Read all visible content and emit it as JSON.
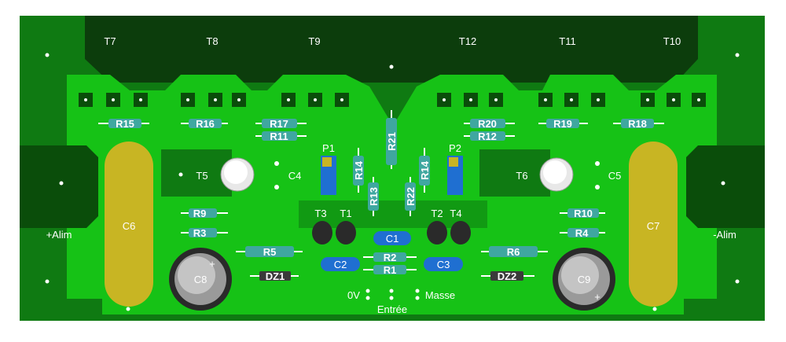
{
  "transistors_top": [
    "T7",
    "T8",
    "T9",
    "T12",
    "T11",
    "T10"
  ],
  "labels": {
    "p1": "P1",
    "p2": "P2",
    "t5": "T5",
    "t6": "T6",
    "c4": "C4",
    "c5": "C5",
    "t3": "T3",
    "t1": "T1",
    "t2": "T2",
    "t4": "T4",
    "c1": "C1",
    "c2": "C2",
    "c3": "C3",
    "c6": "C6",
    "c7": "C7",
    "c8": "C8",
    "c9": "C9",
    "r1": "R1",
    "r2": "R2",
    "r3": "R3",
    "r4": "R4",
    "r5": "R5",
    "r6": "R6",
    "r9": "R9",
    "r10": "R10",
    "r11": "R11",
    "r12": "R12",
    "r13": "R13",
    "r14a": "R14",
    "r14b": "R14",
    "r15": "R15",
    "r16": "R16",
    "r17": "R17",
    "r18": "R18",
    "r19": "R19",
    "r20": "R20",
    "r21": "R21",
    "r22": "R22",
    "dz1": "DZ1",
    "dz2": "DZ2",
    "alim_pos": "+Alim",
    "alim_neg": "-Alim",
    "zero_v": "0V",
    "entree": "Entrée",
    "masse": "Masse",
    "plus_c8": "+",
    "plus_c9": "+"
  },
  "colors": {
    "board": "#0f7a12",
    "copper": "#16c216",
    "dark_pad": "#0a4d0a",
    "heatsink": "#0c3d0c",
    "resistor": "#3fa7a0",
    "cap_blue": "#1f6fd1",
    "cap_yellow": "#c8b523",
    "pad": "#ffffff"
  }
}
